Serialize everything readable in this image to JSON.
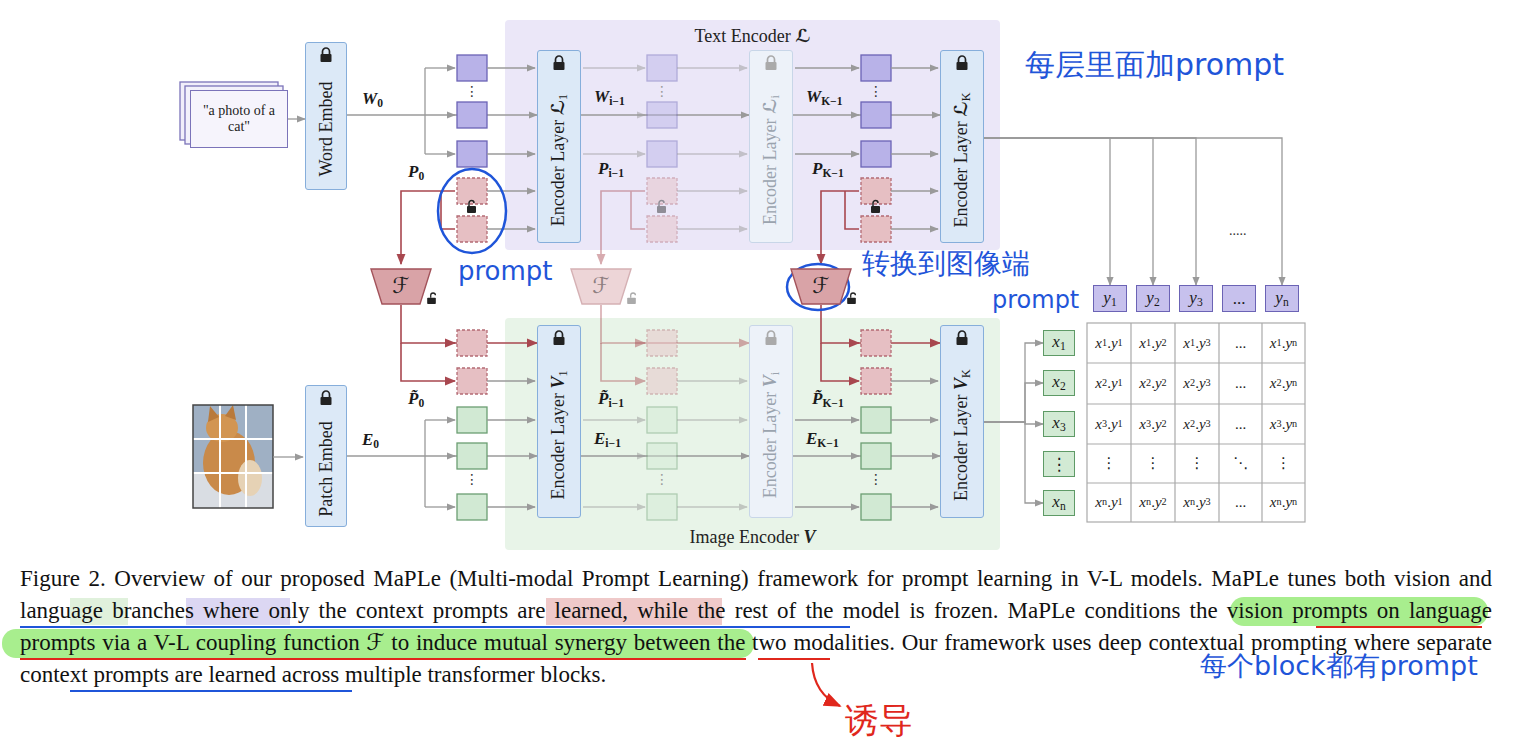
{
  "diagram": {
    "caption": "Figure 2. Overview of our proposed MaPLe (Multi-modal Prompt Learning) framework for prompt learning in V-L models. MaPLe tunes both vision and language branches where only the context prompts are learned, while the rest of the model is frozen. MaPLe conditions the vision prompts on language prompts via a V-L coupling function ℱ to induce mutual synergy between the two modalities. Our framework uses deep contextual prompting where separate context prompts are learned across multiple transformer blocks.",
    "nodes": [
      {
        "text": [
          "\"a photo of a cat\""
        ]
      },
      {
        "text": [
          "Word Embed"
        ]
      },
      {
        "text": [
          "Text Encoder ℒ"
        ]
      },
      {
        "text": [
          "Encoder Layer ℒ1"
        ],
        "in": 2
      },
      {
        "text": [
          "Encoder Layer ℒi"
        ],
        "in": 2
      },
      {
        "text": [
          "Encoder Layer ℒK"
        ],
        "in": 2
      },
      {
        "text": [
          "ℱ"
        ]
      },
      {
        "text": [
          "ℱ"
        ]
      },
      {
        "text": [
          "ℱ"
        ]
      },
      {
        "text": [
          "Patch Embed"
        ]
      },
      {
        "text": [
          "Image Encoder V"
        ]
      },
      {
        "text": [
          "Encoder Layer V1"
        ],
        "in": 10
      },
      {
        "text": [
          "Encoder Layer Vi"
        ],
        "in": 10
      },
      {
        "text": [
          "Encoder Layer VK"
        ],
        "in": 10
      },
      {
        "text": [
          "y1"
        ]
      },
      {
        "text": [
          "y2"
        ]
      },
      {
        "text": [
          "y3"
        ]
      },
      {
        "text": [
          "..."
        ]
      },
      {
        "text": [
          "yn"
        ]
      },
      {
        "text": [
          "x1"
        ]
      },
      {
        "text": [
          "x2"
        ]
      },
      {
        "text": [
          "x3"
        ]
      },
      {
        "text": [
          "⋮"
        ]
      },
      {
        "text": [
          "xn"
        ]
      }
    ],
    "edges": [
      {
        "from": 0,
        "to": 1,
        "arrow": "to"
      },
      {
        "from": 1,
        "to": 3,
        "arrow": "to"
      },
      {
        "from": 3,
        "to": 4,
        "arrow": "to"
      },
      {
        "from": 4,
        "to": 5,
        "arrow": "to"
      },
      {
        "from": 6,
        "to": 11,
        "arrow": "to"
      },
      {
        "from": 7,
        "to": 12,
        "arrow": "to"
      },
      {
        "from": 8,
        "to": 13,
        "arrow": "to"
      },
      {
        "from": 9,
        "to": 11,
        "arrow": "to"
      },
      {
        "from": 11,
        "to": 12,
        "arrow": "to"
      },
      {
        "from": 12,
        "to": 13,
        "arrow": "to"
      },
      {
        "from": 5,
        "to": 14,
        "arrow": "to"
      },
      {
        "from": 5,
        "to": 15,
        "arrow": "to"
      },
      {
        "from": 5,
        "to": 16,
        "arrow": "to"
      },
      {
        "from": 5,
        "to": 18,
        "arrow": "to"
      },
      {
        "from": 13,
        "to": 19,
        "arrow": "to"
      },
      {
        "from": 13,
        "to": 20,
        "arrow": "to"
      },
      {
        "from": 13,
        "to": 21,
        "arrow": "to"
      },
      {
        "from": 13,
        "to": 23,
        "arrow": "to"
      }
    ],
    "labels": [
      "W0",
      "P0",
      "P̃0",
      "E0",
      "Wi−1",
      "Pi−1",
      "P̃i−1",
      "Ei−1",
      "WK−1",
      "PK−1",
      "P̃K−1",
      "EK−1",
      "⋮",
      "⋮",
      "⋮",
      "⋮",
      "⋮",
      "⋮",
      ".....",
      "x1.y1",
      "x1.y2",
      "x1.y3",
      "...",
      "x1.yn",
      "x2.y1",
      "x2.y2",
      "x2.y3",
      "...",
      "x2.yn",
      "x3.y1",
      "x3.y2",
      "x2.y3",
      "...",
      "x3.yn",
      "⋮",
      "⋮",
      "⋮",
      "⋱",
      "⋮",
      "xn.y1",
      "xn.y2",
      "xn.y3",
      "...",
      "xn.yn",
      "每层里面加prompt",
      "prompt",
      "转换到图像端",
      "prompt",
      "每个block都有prompt",
      "诱导"
    ]
  }
}
